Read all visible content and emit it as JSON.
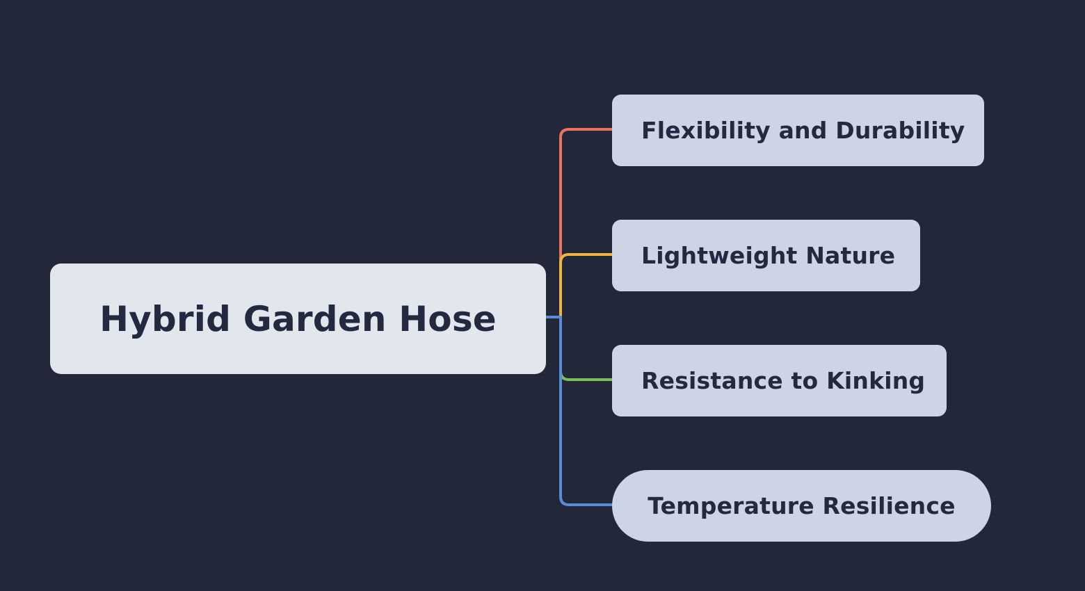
{
  "root": {
    "label": "Hybrid Garden Hose"
  },
  "branches": [
    {
      "label": "Flexibility and Durability",
      "color": "#e8735f"
    },
    {
      "label": "Lightweight Nature",
      "color": "#f2b440"
    },
    {
      "label": "Resistance to Kinking",
      "color": "#7cbf58"
    },
    {
      "label": "Temperature Resilience",
      "color": "#5b8ad6"
    }
  ]
}
